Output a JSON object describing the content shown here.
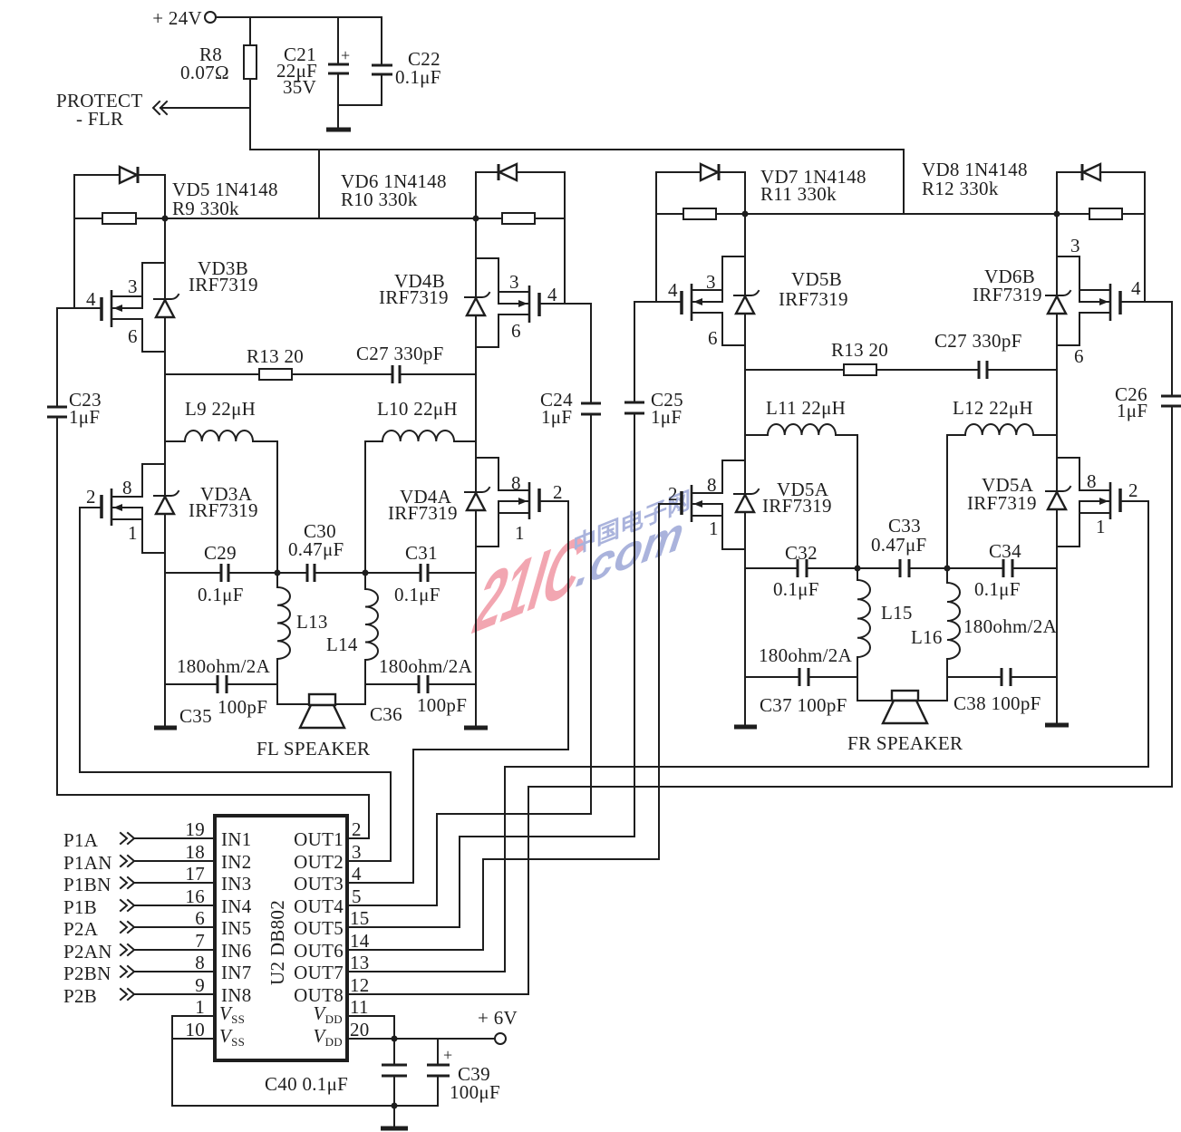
{
  "supply": {
    "v24_label": "+ 24V",
    "r8": {
      "ref": "R8",
      "value": "0.07Ω"
    },
    "c21": {
      "ref": "C21",
      "value": "22μF",
      "rating": "35V",
      "polarity": "+"
    },
    "c22": {
      "ref": "C22",
      "value": "0.1μF"
    },
    "protect": {
      "line1": "PROTECT",
      "line2": "- FLR"
    }
  },
  "fl_channel": {
    "vd5": "VD5 1N4148",
    "r9": "R9 330k",
    "vd6": "VD6 1N4148",
    "r10": "R10 330k",
    "vd3b": {
      "ref": "VD3B",
      "part": "IRF7319",
      "pin_top": "3",
      "pin_gate": "4",
      "pin_bottom": "6"
    },
    "vd4b": {
      "ref": "VD4B",
      "part": "IRF7319",
      "pin_top": "3",
      "pin_gate": "4",
      "pin_bottom": "6"
    },
    "r13": "R13 20",
    "c27": "C27 330pF",
    "c23": {
      "ref": "C23",
      "value": "1μF"
    },
    "c24": {
      "ref": "C24",
      "value": "1μF"
    },
    "l9": "L9 22μH",
    "l10": "L10 22μH",
    "vd3a": {
      "ref": "VD3A",
      "part": "IRF7319",
      "pin_top": "8",
      "pin_gate": "2",
      "pin_bottom": "1"
    },
    "vd4a": {
      "ref": "VD4A",
      "part": "IRF7319",
      "pin_top": "8",
      "pin_gate": "2",
      "pin_bottom": "1"
    },
    "c29": {
      "ref": "C29",
      "value": "0.1μF"
    },
    "c30": {
      "ref": "C30",
      "value": "0.47μF"
    },
    "c31": {
      "ref": "C31",
      "value": "0.1μF"
    },
    "l13": {
      "ref": "L13",
      "rating": "180ohm/2A"
    },
    "l14": {
      "ref": "L14",
      "rating": "180ohm/2A"
    },
    "c35": {
      "ref": "C35",
      "value": "100pF"
    },
    "c36": {
      "ref": "C36",
      "value": "100pF"
    },
    "speaker": "FL SPEAKER"
  },
  "fr_channel": {
    "vd7": "VD7 1N4148",
    "r11": "R11 330k",
    "vd8": "VD8 1N4148",
    "r12": "R12 330k",
    "vd5b": {
      "ref": "VD5B",
      "part": "IRF7319",
      "pin_top": "3",
      "pin_gate": "4",
      "pin_bottom": "6"
    },
    "vd6b": {
      "ref": "VD6B",
      "part": "IRF7319",
      "pin_top": "3",
      "pin_gate": "4",
      "pin_bottom": "6"
    },
    "r13": "R13 20",
    "c27": "C27 330pF",
    "c25": {
      "ref": "C25",
      "value": "1μF"
    },
    "c26": {
      "ref": "C26",
      "value": "1μF"
    },
    "l11": "L11 22μH",
    "l12": "L12 22μH",
    "vd5a_left": {
      "ref": "VD5A",
      "part": "IRF7319",
      "pin_top": "8",
      "pin_gate": "2",
      "pin_bottom": "1"
    },
    "vd5a_right": {
      "ref": "VD5A",
      "part": "IRF7319",
      "pin_top": "8",
      "pin_gate": "2",
      "pin_bottom": "1"
    },
    "c32": {
      "ref": "C32",
      "value": "0.1μF"
    },
    "c33": {
      "ref": "C33",
      "value": "0.47μF"
    },
    "c34": {
      "ref": "C34",
      "value": "0.1μF"
    },
    "l15": {
      "ref": "L15",
      "rating": "180ohm/2A"
    },
    "l16": {
      "ref": "L16",
      "rating": "180ohm/2A"
    },
    "c37": "C37 100pF",
    "c38": "C38 100pF",
    "speaker": "FR SPEAKER"
  },
  "driver_ic": {
    "ref": "U2 DB802",
    "inputs": [
      {
        "net": "P1A",
        "pin": "19",
        "name": "IN1"
      },
      {
        "net": "P1AN",
        "pin": "18",
        "name": "IN2"
      },
      {
        "net": "P1BN",
        "pin": "17",
        "name": "IN3"
      },
      {
        "net": "P1B",
        "pin": "16",
        "name": "IN4"
      },
      {
        "net": "P2A",
        "pin": "6",
        "name": "IN5"
      },
      {
        "net": "P2AN",
        "pin": "7",
        "name": "IN6"
      },
      {
        "net": "P2BN",
        "pin": "8",
        "name": "IN7"
      },
      {
        "net": "P2B",
        "pin": "9",
        "name": "IN8"
      }
    ],
    "outputs": [
      {
        "name": "OUT1",
        "pin": "2"
      },
      {
        "name": "OUT2",
        "pin": "3"
      },
      {
        "name": "OUT3",
        "pin": "4"
      },
      {
        "name": "OUT4",
        "pin": "5"
      },
      {
        "name": "OUT5",
        "pin": "15"
      },
      {
        "name": "OUT6",
        "pin": "14"
      },
      {
        "name": "OUT7",
        "pin": "13"
      },
      {
        "name": "OUT8",
        "pin": "12"
      }
    ],
    "vss": {
      "symbol": "V",
      "sub": "SS",
      "pins": [
        "1",
        "10"
      ]
    },
    "vdd": {
      "symbol": "V",
      "sub": "DD",
      "pins": [
        "11",
        "20"
      ]
    }
  },
  "ic_supply": {
    "v6_label": "+ 6V",
    "c40": "C40 0.1μF",
    "c39": {
      "ref": "C39",
      "value": "100μF",
      "polarity": "+"
    }
  },
  "watermark": {
    "brand": "21IC",
    "site_cn": "中国电子网",
    "domain": ".com",
    "brand_color": "#f2a6b1",
    "site_color": "#aab3dc"
  }
}
